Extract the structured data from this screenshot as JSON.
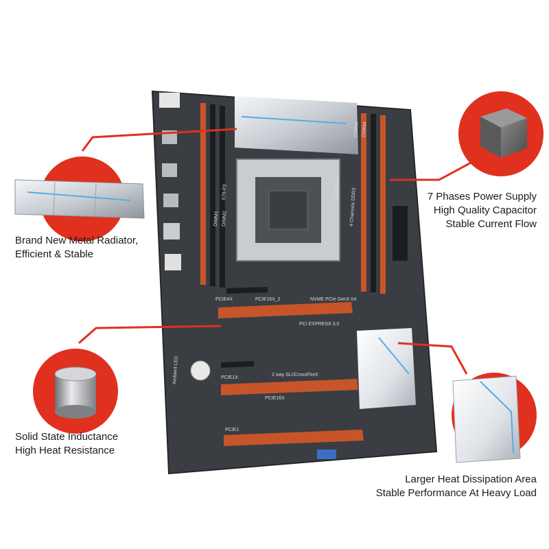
{
  "callouts": {
    "radiator": {
      "lines": [
        "Brand New Metal Radiator,",
        "Efficient & Stable"
      ]
    },
    "power": {
      "lines": [
        "7 Phases Power Supply",
        "High Quality Capacitor",
        "Stable Current Flow"
      ]
    },
    "inductance": {
      "lines": [
        "Solid State Inductance",
        "High Heat Resistance"
      ]
    },
    "heatsink": {
      "lines": [
        "Larger Heat Dissipation Area",
        "Stable Performance At Heavy Load"
      ]
    }
  },
  "board_labels": {
    "model": "X79-P3",
    "socket": "LGA2011",
    "memory": "4 Channels DDR3",
    "dimm_a": "DIMM1",
    "dimm_b": "DIMM2",
    "dimm_c": "DIMM3",
    "dimm_d": "DIMM4",
    "pcie4x": "PCIE4X",
    "pcie16x_2": "PCIE16X_2",
    "nvme": "NVME PCIe Gen3 X4",
    "pci_express": "PCI EXPRESS 3.0",
    "sli": "2 way SLI/CrossFireX",
    "pcie_mid": "PCIE1X",
    "pcie16x_1": "PCIE16X",
    "pcie1": "PCIE1",
    "ambient": "Ambient LED"
  },
  "colors": {
    "accent_red": "#e0301e",
    "board": "#3a3d42",
    "slot_orange": "#c8552a",
    "metal": "#d9dde2"
  }
}
